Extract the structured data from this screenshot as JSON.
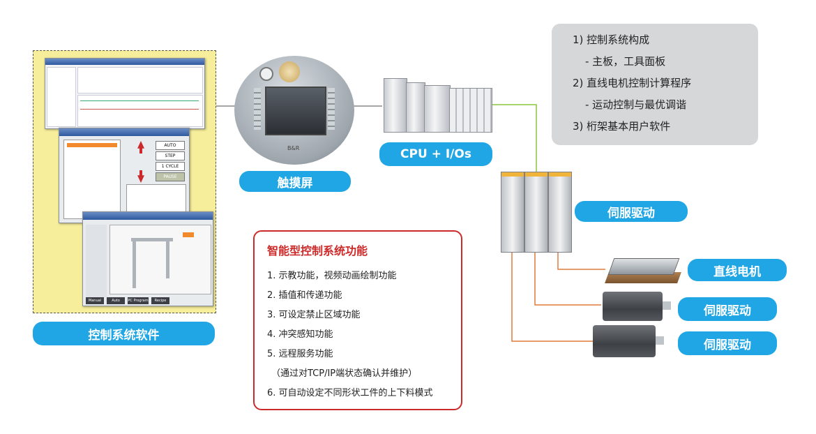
{
  "labels": {
    "software": "控制系统软件",
    "touch": "触摸屏",
    "cpu": "CPU + I/Os",
    "servo_drive_main": "伺服驱动",
    "linear_motor": "直线电机",
    "servo_drive_1": "伺服驱动",
    "servo_drive_2": "伺服驱动"
  },
  "info": {
    "lines": [
      "1) 控制系统构成",
      "- 主板，工具面板",
      "2) 直线电机控制计算程序",
      "- 运动控制与最优调谐",
      "3) 桁架基本用户软件"
    ]
  },
  "functions": {
    "title": "智能型控制系统功能",
    "items": [
      "1. 示教功能，视频动画绘制功能",
      "2. 插值和传递功能",
      "3. 可设定禁止区域功能",
      "4. 冲突感知功能",
      "5. 远程服务功能",
      "（通过对TCP/IP端状态确认并维护）",
      "6. 可自动设定不同形状工件的上下料模式"
    ]
  },
  "hmi": {
    "buttons": [
      "AUTO",
      "STEP",
      "1 CYCLE",
      "PAUSE"
    ],
    "tabs": [
      "Manual",
      "Auto",
      "PC Program",
      "Recipe"
    ]
  },
  "pendant_brand": "B&R",
  "colors": {
    "pill": "#20a6e4",
    "accent_red": "#cc2a2a",
    "line_green": "#8cc63f",
    "line_orange": "#e07a3a",
    "line_gray": "#888888",
    "info_bg": "#d6d7d8",
    "software_bg": "#f6ee9b"
  }
}
